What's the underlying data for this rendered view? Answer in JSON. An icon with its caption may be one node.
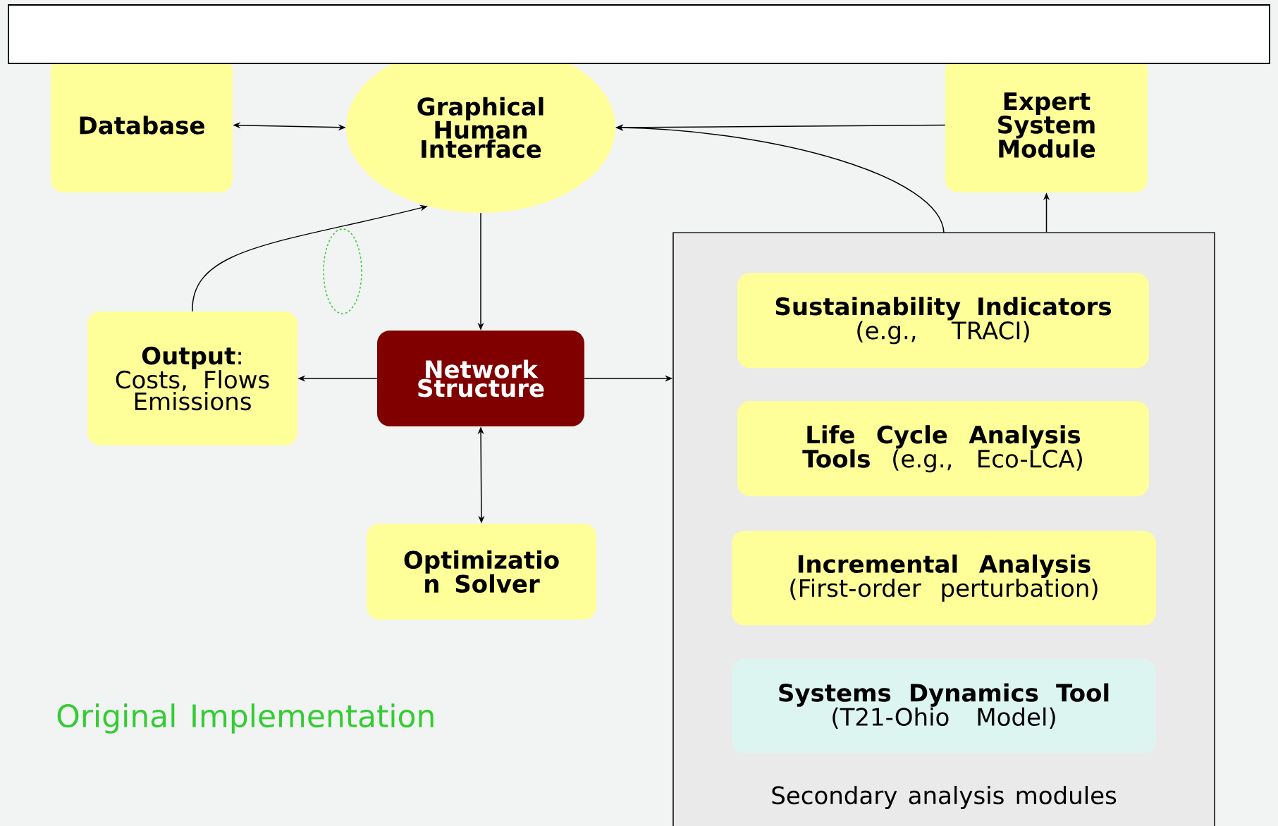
{
  "diagram": {
    "nodes": [
      {
        "text": [
          "Database"
        ]
      },
      {
        "text": [
          "Graphical Human Interface"
        ]
      },
      {
        "text": [
          "Expert System Module"
        ]
      },
      {
        "text": [
          "**Output**:",
          "Costs, Flows Emissions"
        ]
      },
      {
        "text": [
          "Network Structure"
        ]
      },
      {
        "text": [
          "Optimizatio n Solver"
        ]
      },
      {
        "text": [
          "Secondary analysis modules"
        ]
      },
      {
        "text": [
          "Sustainability Indicators",
          "(e.g., TRACI)"
        ],
        "in": 6
      },
      {
        "text": [
          "**Life Cycle Analysis Tools** (e.g., Eco-LCA)"
        ],
        "in": 6
      },
      {
        "text": [
          "Incremental Analysis",
          "(First-order perturbation)"
        ],
        "in": 6
      },
      {
        "text": [
          "Systems Dynamics Tool",
          "(T21-Ohio Model)"
        ],
        "in": 6
      },
      {
        "text": [],
        "shape": "box"
      },
      {
        "text": [],
        "shape": "ellipse"
      }
    ],
    "edges": [
      {
        "from": 0,
        "to": 1,
        "arrow": "both"
      },
      {
        "from": 2,
        "to": 1,
        "arrow": "to"
      },
      {
        "from": 6,
        "to": 1,
        "arrow": "to"
      },
      {
        "from": 6,
        "to": 2,
        "arrow": "to"
      },
      {
        "from": 3,
        "to": 1,
        "arrow": "to"
      },
      {
        "from": 1,
        "to": 4,
        "arrow": "to"
      },
      {
        "from": 4,
        "to": 3,
        "arrow": "to"
      },
      {
        "from": 4,
        "to": 6,
        "arrow": "to"
      },
      {
        "from": 4,
        "to": 5,
        "arrow": "both"
      }
    ],
    "labels": [
      "Original Implementation"
    ]
  }
}
